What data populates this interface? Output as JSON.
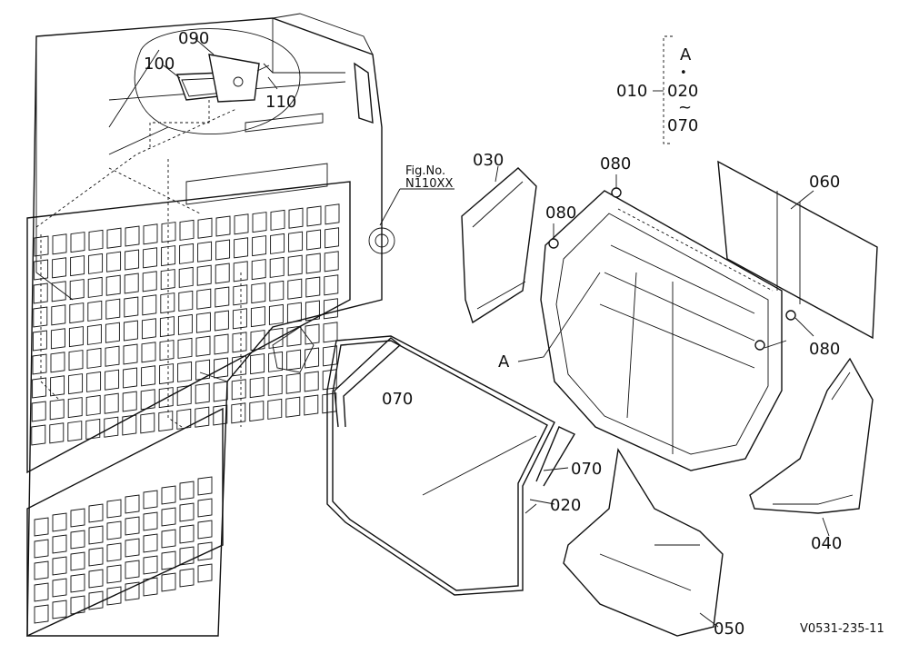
{
  "diagram": {
    "callouts": {
      "p010": "010",
      "p020": "020",
      "p020_list": "020",
      "p030": "030",
      "p040": "040",
      "p050": "050",
      "p060": "060",
      "p070_list": "070",
      "p070a": "070",
      "p070b": "070",
      "p080a": "080",
      "p080b": "080",
      "p080c": "080",
      "p090": "090",
      "p100": "100",
      "p110": "110"
    },
    "set_marker": "A",
    "set_marker_2": "A",
    "range_dot": "•",
    "range_tilde": "~",
    "fig_ref_line1": "Fig.No.",
    "fig_ref_line2": "N110XX",
    "drawing_code": "V0531-235-11"
  }
}
